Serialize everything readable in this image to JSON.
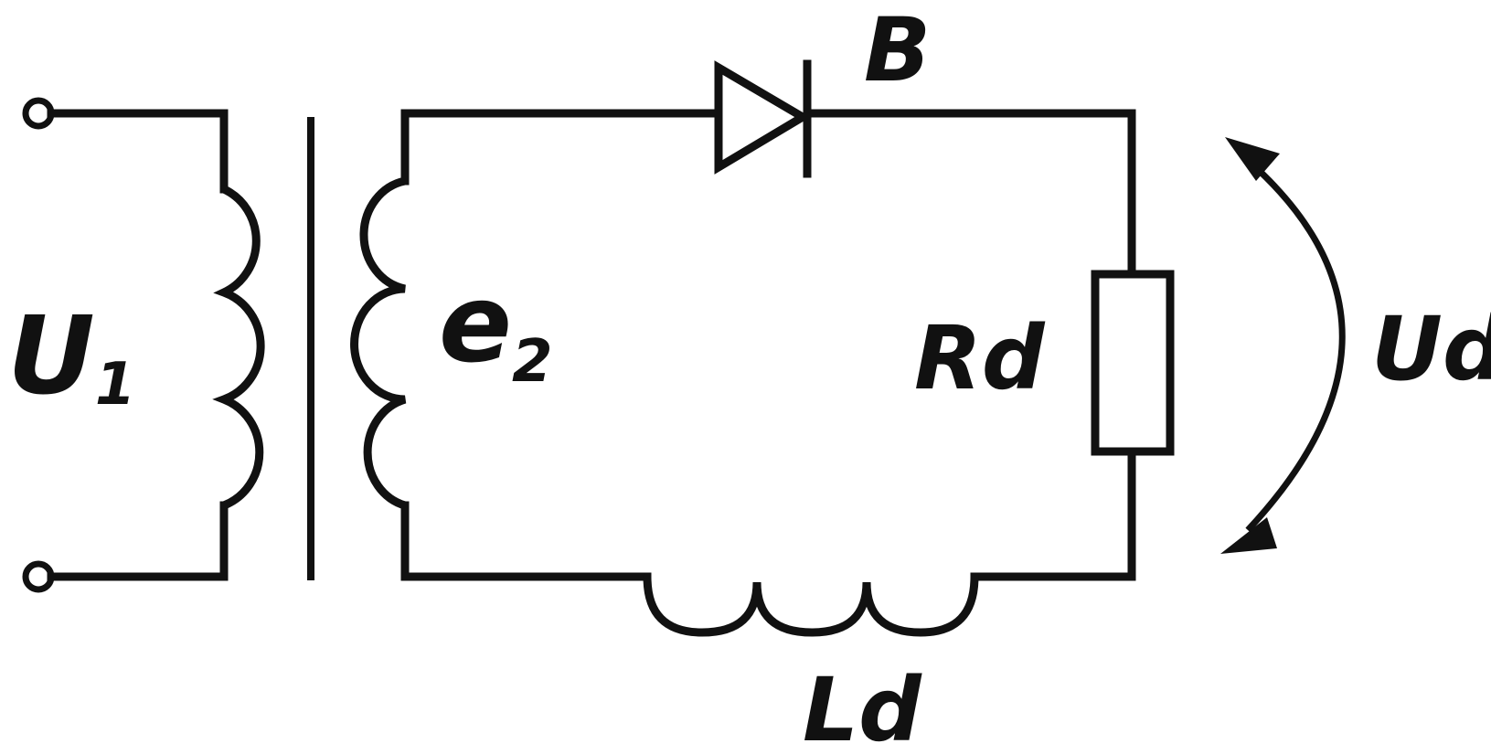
{
  "diagram": {
    "labels": {
      "input_voltage": "U",
      "input_voltage_sub": "1",
      "secondary_emf": "e",
      "secondary_emf_sub": "2",
      "diode": "B",
      "load_resistor": "Rd",
      "load_voltage": "Ud",
      "inductor": "Ld"
    },
    "colors": {
      "line": "#111111",
      "background": "#ffffff"
    }
  }
}
